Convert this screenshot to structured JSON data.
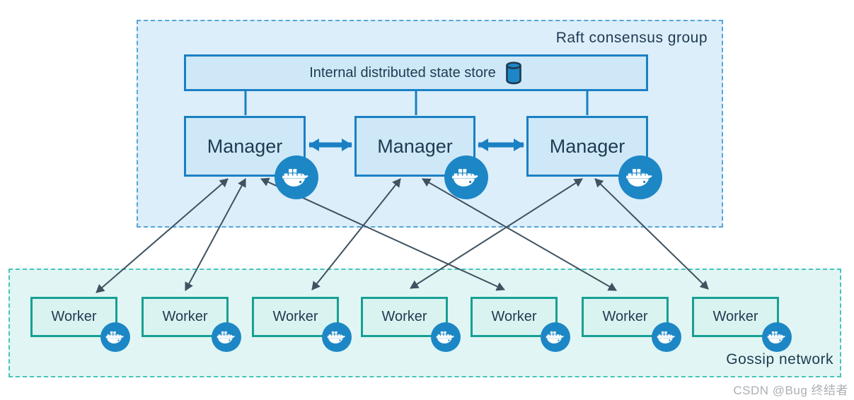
{
  "raft_group": {
    "label": "Raft consensus group",
    "state_store": {
      "label": "Internal distributed state store",
      "icon": "database-icon"
    },
    "managers": [
      {
        "id": "manager-1",
        "label": "Manager",
        "icon": "docker-whale-icon"
      },
      {
        "id": "manager-2",
        "label": "Manager",
        "icon": "docker-whale-icon"
      },
      {
        "id": "manager-3",
        "label": "Manager",
        "icon": "docker-whale-icon"
      }
    ],
    "manager_links": [
      {
        "from": "manager-1",
        "to": "manager-2",
        "type": "bidirectional-thick"
      },
      {
        "from": "manager-2",
        "to": "manager-3",
        "type": "bidirectional-thick"
      }
    ]
  },
  "gossip_network": {
    "label": "Gossip network",
    "workers": [
      {
        "id": "worker-1",
        "label": "Worker",
        "icon": "docker-whale-icon"
      },
      {
        "id": "worker-2",
        "label": "Worker",
        "icon": "docker-whale-icon"
      },
      {
        "id": "worker-3",
        "label": "Worker",
        "icon": "docker-whale-icon"
      },
      {
        "id": "worker-4",
        "label": "Worker",
        "icon": "docker-whale-icon"
      },
      {
        "id": "worker-5",
        "label": "Worker",
        "icon": "docker-whale-icon"
      },
      {
        "id": "worker-6",
        "label": "Worker",
        "icon": "docker-whale-icon"
      },
      {
        "id": "worker-7",
        "label": "Worker",
        "icon": "docker-whale-icon"
      }
    ]
  },
  "manager_worker_links": [
    {
      "from": "manager-1",
      "to": "worker-1",
      "type": "bidirectional"
    },
    {
      "from": "manager-1",
      "to": "worker-2",
      "type": "bidirectional"
    },
    {
      "from": "manager-1",
      "to": "worker-5",
      "type": "bidirectional"
    },
    {
      "from": "manager-2",
      "to": "worker-3",
      "type": "bidirectional"
    },
    {
      "from": "manager-2",
      "to": "worker-6",
      "type": "bidirectional"
    },
    {
      "from": "manager-3",
      "to": "worker-4",
      "type": "bidirectional"
    },
    {
      "from": "manager-3",
      "to": "worker-7",
      "type": "bidirectional"
    }
  ],
  "watermark": "CSDN @Bug 终结者",
  "colors": {
    "raft_fill": "#dceefa",
    "raft_border": "#54a5d7",
    "node_fill": "#cfe8f7",
    "node_border": "#1a80c4",
    "gossip_fill": "#e1f6f4",
    "gossip_border": "#45c4b9",
    "worker_fill": "#d9f3f0",
    "worker_border": "#17a094",
    "text": "#1f3a52",
    "thin_arrow": "#3e5260",
    "docker_blue": "#1d87c6",
    "watermark": "#aab0b5"
  }
}
